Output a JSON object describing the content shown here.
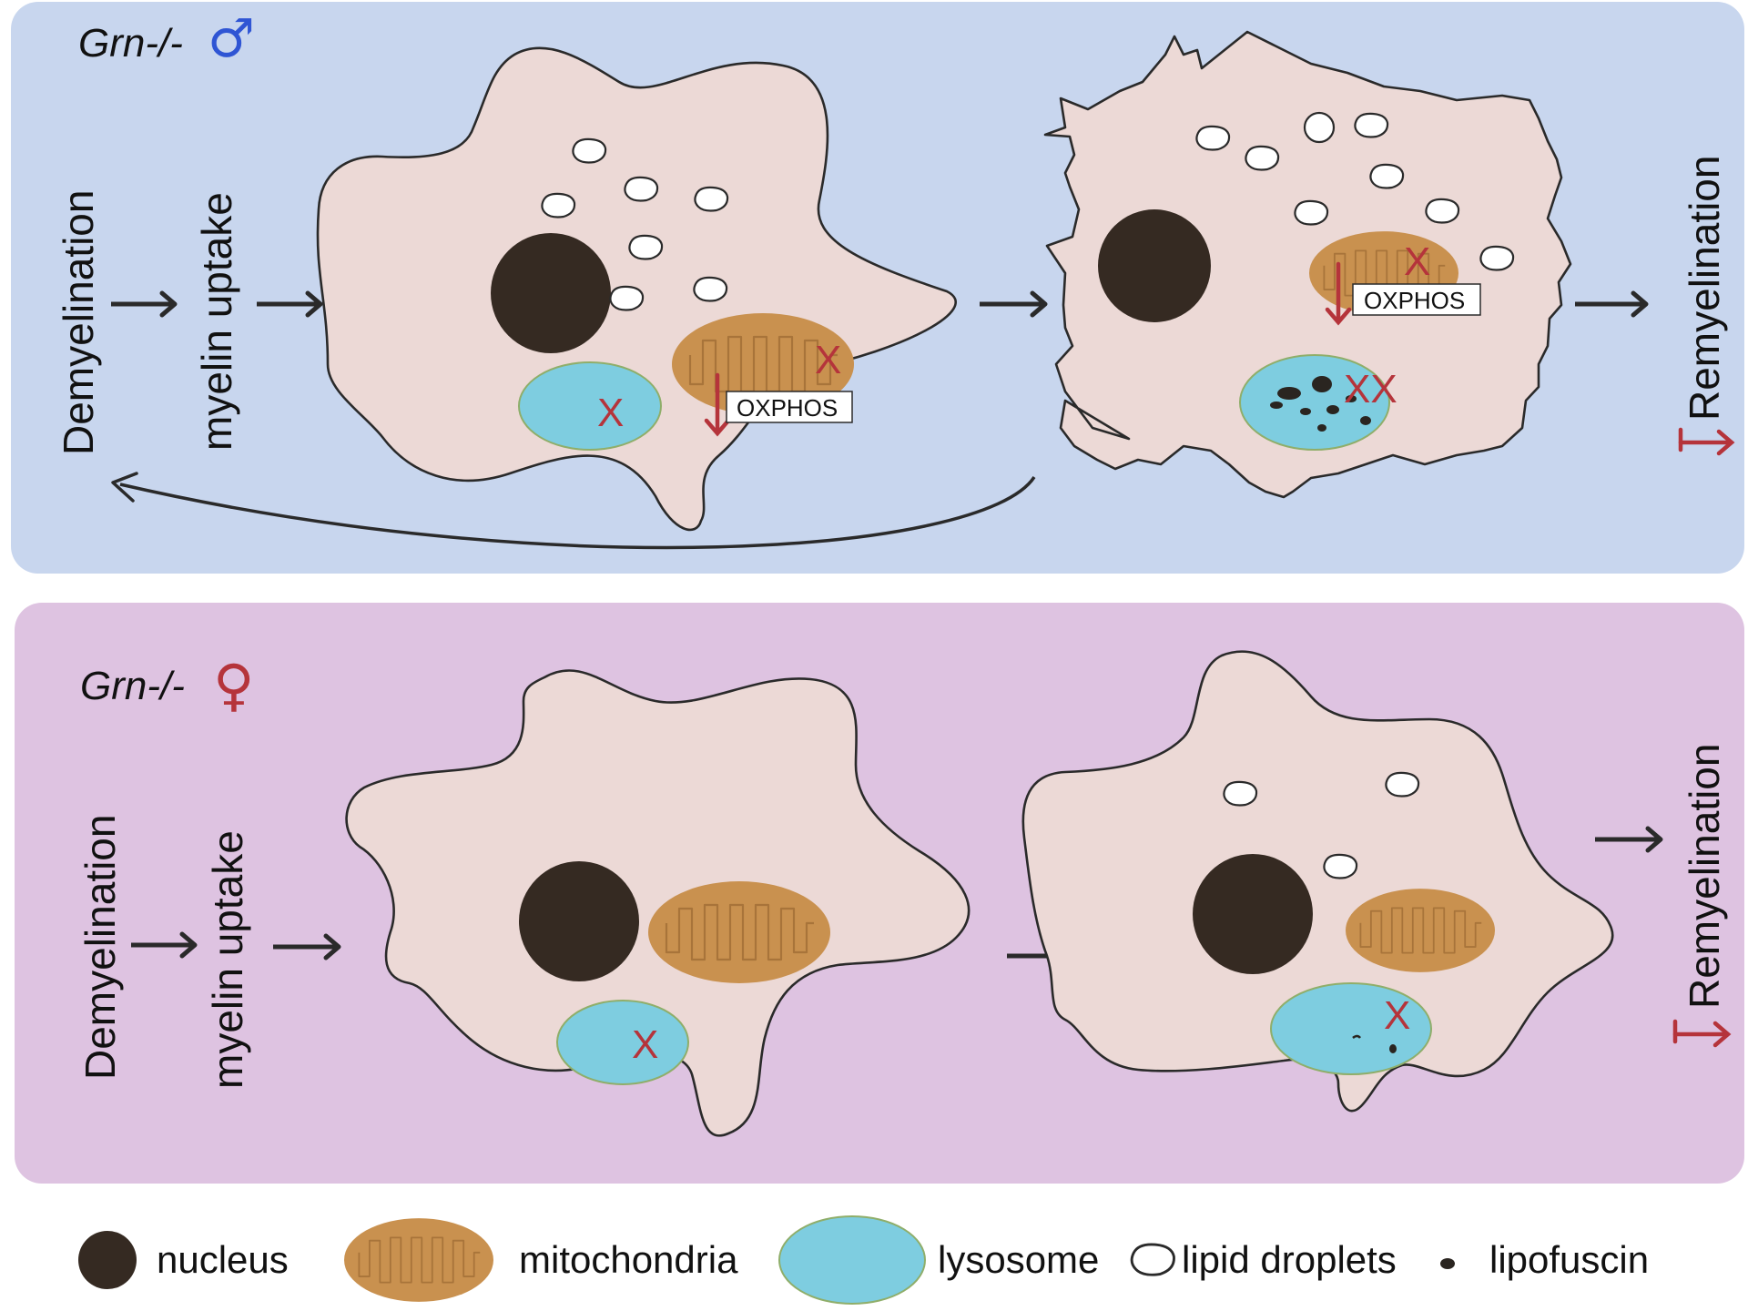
{
  "panels": {
    "male": {
      "genotype": "Grn-/-",
      "sex_symbol": "♂",
      "sex_color": "#2f55d4",
      "background": "#c8d6ee",
      "steps": [
        "Demyelination",
        "myelin uptake"
      ],
      "outcome": "Remyelination",
      "oxphos_label": "OXPHOS",
      "lysosome_mark_cell1": "X",
      "mito_mark_cell1": "X",
      "mito_mark_cell2": "X",
      "lysosome_mark_cell2": "XX"
    },
    "female": {
      "genotype": "Grn-/-",
      "sex_symbol": "♀",
      "sex_color": "#b5343b",
      "background": "#dec3e1",
      "steps": [
        "Demyelination",
        "myelin uptake"
      ],
      "outcome": "Remyelination",
      "lysosome_mark_cell1": "X",
      "lysosome_mark_cell2": "X"
    }
  },
  "legend": {
    "nucleus": "nucleus",
    "mitochondria": "mitochondria",
    "lysosome": "lysosome",
    "lipid_droplets": "lipid droplets",
    "lipofuscin": "lipofuscin"
  },
  "colors": {
    "nucleus": "#352a22",
    "mitochondria": "#c9914f",
    "lysosome": "#7ecde0",
    "cell": "#ecd9d6",
    "decrease_arrow": "#b5343b"
  }
}
